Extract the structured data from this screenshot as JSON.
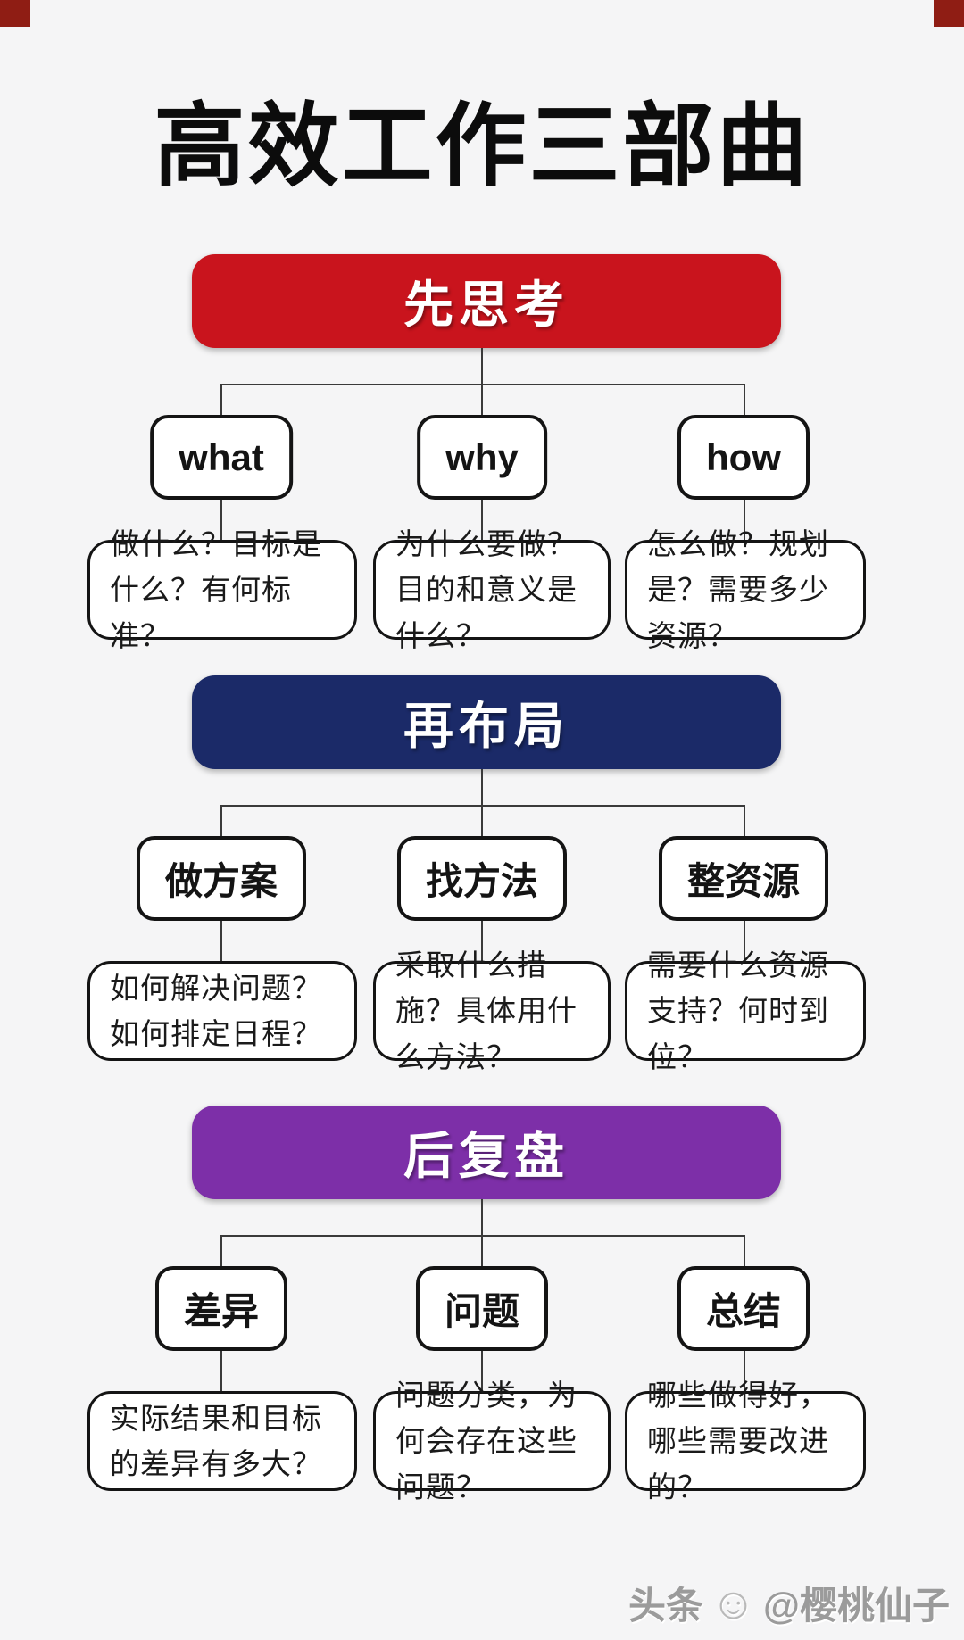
{
  "page": {
    "title": "高效工作三部曲",
    "corner_color": "#8f1d14",
    "watermark": {
      "prefix": "头条",
      "smiley_icon": "☺",
      "handle": "@樱桃仙子"
    }
  },
  "sections": [
    {
      "header": "先思考",
      "color": "#c9141d",
      "items": [
        {
          "label": "what",
          "desc": "做什么？目标是什么？有何标准？"
        },
        {
          "label": "why",
          "desc": "为什么要做？目的和意义是什么？"
        },
        {
          "label": "how",
          "desc": "怎么做？规划是？需要多少资源？"
        }
      ]
    },
    {
      "header": "再布局",
      "color": "#1b2a68",
      "items": [
        {
          "label": "做方案",
          "desc": "如何解决问题？如何排定日程？"
        },
        {
          "label": "找方法",
          "desc": "采取什么措施？具体用什么方法？"
        },
        {
          "label": "整资源",
          "desc": "需要什么资源支持？何时到位？"
        }
      ]
    },
    {
      "header": "后复盘",
      "color": "#7d2fa8",
      "items": [
        {
          "label": "差异",
          "desc": "实际结果和目标的差异有多大？"
        },
        {
          "label": "问题",
          "desc": "问题分类，为何会存在这些问题？"
        },
        {
          "label": "总结",
          "desc": "哪些做得好，哪些需要改进的？"
        }
      ]
    }
  ]
}
